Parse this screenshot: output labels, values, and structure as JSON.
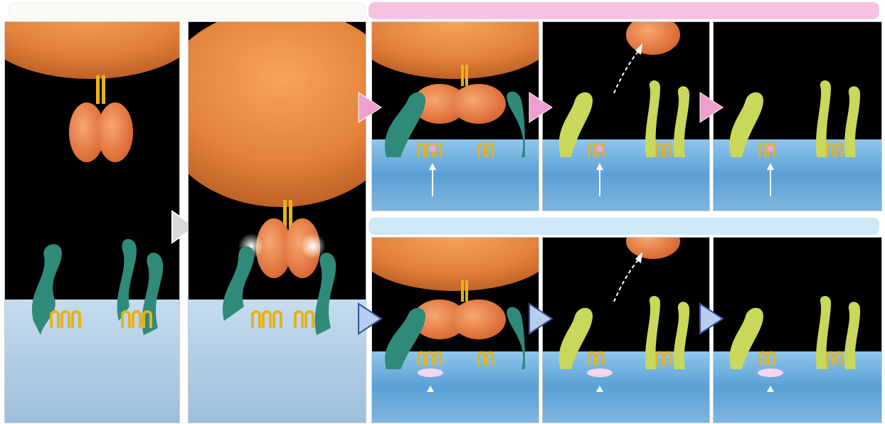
{
  "colors": {
    "banner_top_left": "#fbfaf7",
    "banner_pink": "#f6c2e0",
    "banner_blue": "#cfe8f6",
    "arrow_gray": "#d9d9dd",
    "arrow_pink": "#ee9fcd",
    "arrow_blue": "#b6cdee",
    "arrow_blue_border": "#3a4f9a",
    "cell_orange": "#e88a3a",
    "ligand_orange": "#ef7e44",
    "receptor_teal": "#2f8a7a",
    "receptor_yellow": "#e6e85a",
    "channel_gold": "#e6b21a",
    "marker_pink": "#f1a5d2",
    "membrane_blue": "#6fb0e0"
  },
  "panels": [
    {
      "id": "p1",
      "stage": "ligand-approach"
    },
    {
      "id": "p2",
      "stage": "ligand-contact"
    },
    {
      "id": "p3",
      "row": "pink",
      "stage": "binding"
    },
    {
      "id": "p4",
      "row": "pink",
      "stage": "release"
    },
    {
      "id": "p5",
      "row": "pink",
      "stage": "resting"
    },
    {
      "id": "p6",
      "row": "blue",
      "stage": "binding"
    },
    {
      "id": "p7",
      "row": "blue",
      "stage": "release"
    },
    {
      "id": "p8",
      "row": "blue",
      "stage": "resting"
    }
  ],
  "icons": [
    "play-arrow-icon",
    "dashed-curved-arrow-icon",
    "up-arrow-icon",
    "up-triangle-icon"
  ]
}
